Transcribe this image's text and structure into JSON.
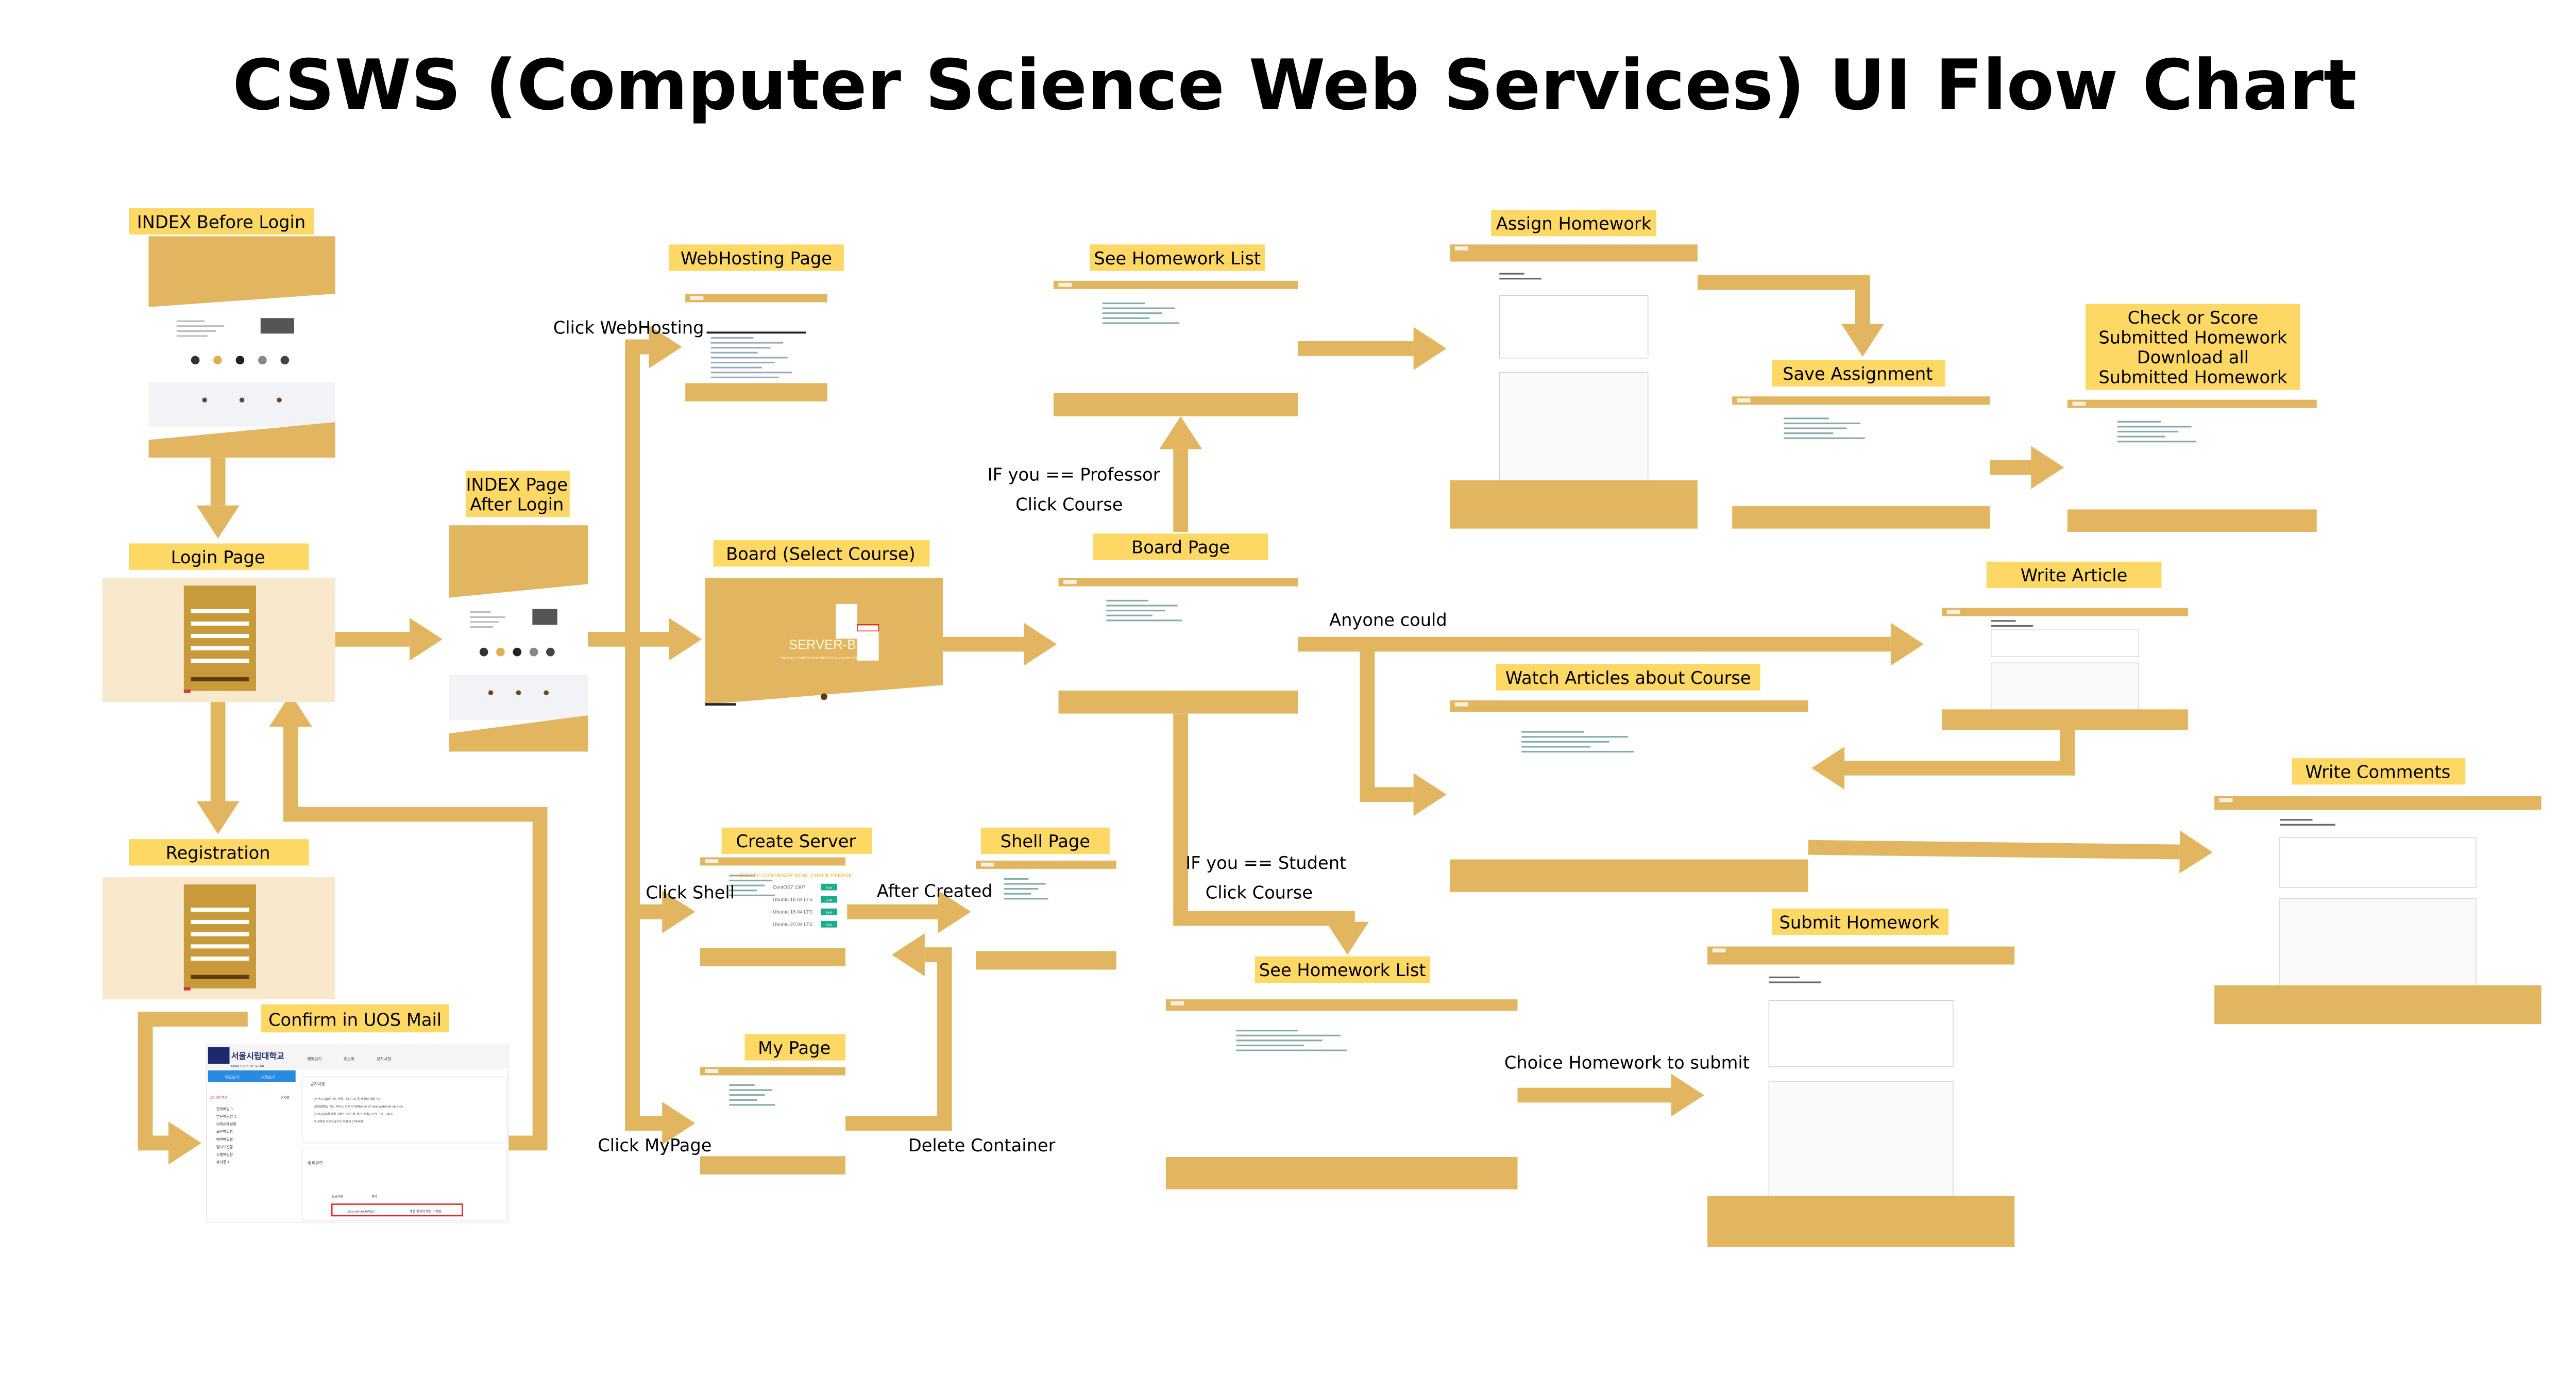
{
  "title": "CSWS (Computer Science Web Services) UI Flow Chart",
  "colors": {
    "arrow": "#E2B660",
    "label_bg": "#FDD865",
    "screen_gold": "#E2B660",
    "highlight": "#E8202A",
    "build_button": "#1AAE8A"
  },
  "nodes": {
    "index_before_login": "INDEX Before Login",
    "login_page": "Login Page",
    "registration": "Registration",
    "confirm_mail": "Confirm in UOS Mail",
    "index_after_login": [
      "INDEX Page",
      "After Login"
    ],
    "webhosting_page": "WebHosting Page",
    "board_select_course": "Board (Select Course)",
    "create_server": "Create Server",
    "shell_page": "Shell Page",
    "my_page": "My Page",
    "see_homework_list_prof": "See Homework List",
    "board_page": "Board Page",
    "see_homework_list_student": "See Homework List",
    "assign_homework": "Assign Homework",
    "save_assignment": "Save Assignment",
    "check_score": [
      "Check or Score",
      "Submitted Homework",
      "Download all",
      "Submitted Homework"
    ],
    "write_article": "Write Article",
    "watch_articles": "Watch Articles about Course",
    "write_comments": "Write Comments",
    "submit_homework": "Submit Homework"
  },
  "edge_labels": {
    "click_webhosting": "Click WebHosting",
    "click_shell": "Click Shell",
    "click_mypage": "Click MyPage",
    "after_created": "After Created",
    "delete_container": "Delete Container",
    "professor": [
      "IF you == Professor",
      "Click Course"
    ],
    "student": [
      "IF you == Student",
      "Click Course"
    ],
    "anyone": "Anyone could",
    "choice_homework": "Choice Homework to submit"
  },
  "screens": {
    "board_hero": {
      "brand": "SERVER-B",
      "tagline": "The Only Cloud Services for UOS Computer Science"
    },
    "create_server": {
      "heading": "CREATE CONTAINER NOW. CHECK PLEASE.",
      "images": [
        "CentOS7 1907",
        "Ubuntu 16.04 LTS",
        "Ubuntu 18.04 LTS",
        "Ubuntu 20.04 LTS"
      ],
      "button": "Build"
    },
    "mail": {
      "university": "서울시립대학교",
      "university_en": "UNIVERSITY OF SEOUL",
      "tabs": [
        "메일읽기",
        "주소록",
        "공지사항"
      ],
      "write_buttons": [
        "메일쓰기",
        "새창쓰기"
      ],
      "storage_used": "15.88 MB",
      "storage_total": "5 GB",
      "folders": [
        "전체메일 1",
        "받은메일함 1",
        "내게쓴메일함",
        "보낸메일함",
        "예약메일함",
        "임시보관함",
        "스팸메일함",
        "휴지통 1"
      ],
      "notice_title": "공지사항",
      "notices": [
        "[보안공지]패스워드변경, 용량초과 등 제목의 메일 수신",
        "UOS웹메일 개선 서비스 오픈 안내/Notice of new webmail service",
        "[완료]UOS웹메일 서비스 중단 및 개선 안내(2.8.토, 09~24시)",
        "학교메일 자동전달기능 이용자 안내사항"
      ],
      "inbox_title": "새 메일함",
      "columns": [
        "보낸사람",
        "제목"
      ],
      "message_sender": "cscs.server.b@gm...",
      "message_subject": "계정 활성화 확인 이메일"
    }
  }
}
